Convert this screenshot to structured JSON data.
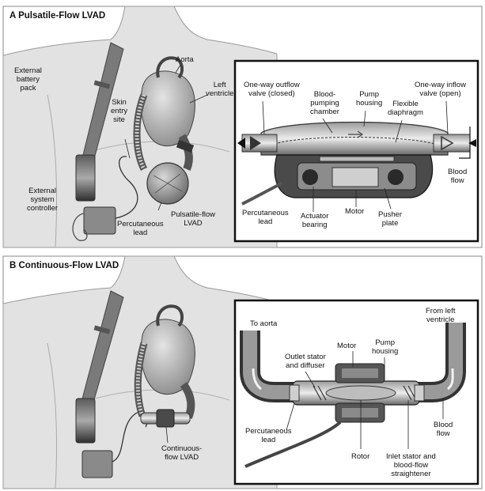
{
  "panel_a": {
    "title": "A Pulsatile-Flow LVAD",
    "labels": {
      "battery": "External\nbattery\npack",
      "aorta": "Aorta",
      "left_ventricle": "Left\nventricle",
      "skin_entry": "Skin\nentry\nsite",
      "controller": "External\nsystem\ncontroller",
      "percutaneous_lead": "Percutaneous\nlead",
      "pump": "Pulsatile-flow\nLVAD"
    },
    "inset": {
      "outflow_valve": "One-way outflow\nvalve (closed)",
      "blood_chamber": "Blood-\npumping\nchamber",
      "pump_housing": "Pump\nhousing",
      "diaphragm": "Flexible\ndiaphragm",
      "inflow_valve": "One-way inflow\nvalve (open)",
      "blood_flow": "Blood\nflow",
      "percutaneous_lead": "Percutaneous\nlead",
      "actuator": "Actuator\nbearing",
      "motor": "Motor",
      "pusher_plate": "Pusher\nplate"
    }
  },
  "panel_b": {
    "title": "B Continuous-Flow LVAD",
    "labels": {
      "pump": "Continuous-\nflow LVAD"
    },
    "inset": {
      "to_aorta": "To aorta",
      "from_ventricle": "From left\nventricle",
      "motor": "Motor",
      "pump_housing": "Pump\nhousing",
      "outlet_stator": "Outlet stator\nand diffuser",
      "blood_flow": "Blood\nflow",
      "percutaneous_lead": "Percutaneous\nlead",
      "rotor": "Rotor",
      "inlet_stator": "Inlet stator and\nblood-flow\nstraightener"
    }
  },
  "colors": {
    "body": "#dcdcdc",
    "body_line": "#9a9a9a",
    "device": "#6e6e6e",
    "device_dark": "#3a3a3a",
    "heart": "#c4c4c4",
    "inset_bg": "#e6e6e6"
  }
}
